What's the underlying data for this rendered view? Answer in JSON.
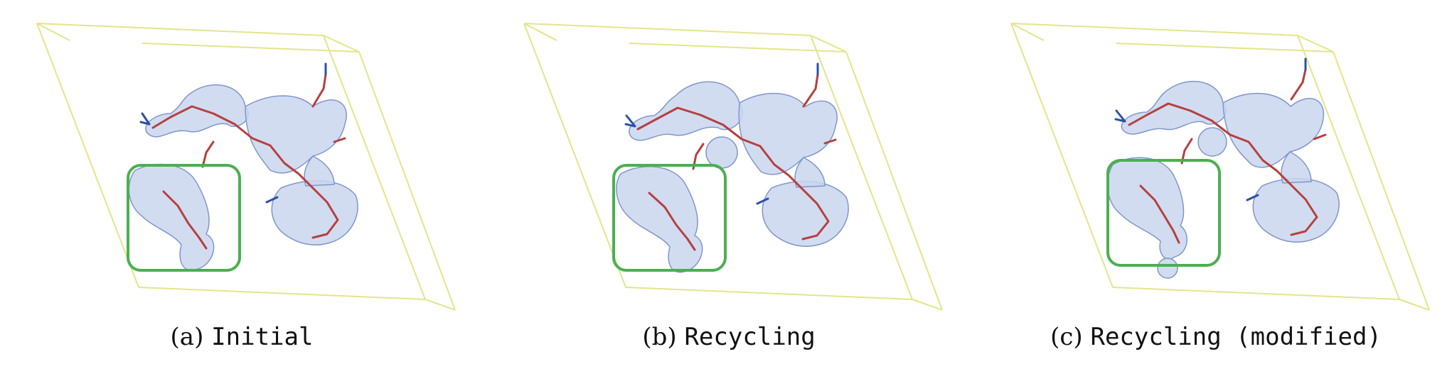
{
  "figure": {
    "panels": [
      {
        "letter": "(a)",
        "name": "Initial"
      },
      {
        "letter": "(b)",
        "name": "Recycling"
      },
      {
        "letter": "(c)",
        "name": "Recycling (modified)"
      }
    ]
  },
  "colors": {
    "unit_cell": "#e3e58a",
    "density_fill": "#c9d6ee",
    "density_edge": "#7f97c9",
    "backbone": "#b5403f",
    "atom_nitrogen": "#2f4fa8",
    "highlight_box": "#4caf50"
  }
}
